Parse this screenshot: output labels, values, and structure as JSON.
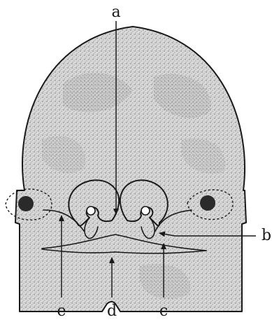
{
  "labels": {
    "a": "a",
    "b": "b",
    "c": "c",
    "d": "d",
    "e": "e"
  },
  "colors": {
    "stipple_light": "#d2d2d2",
    "stipple_dark": "#8a8a8a",
    "outline": "#1a1a1a",
    "eye": "#2a2a2a"
  }
}
